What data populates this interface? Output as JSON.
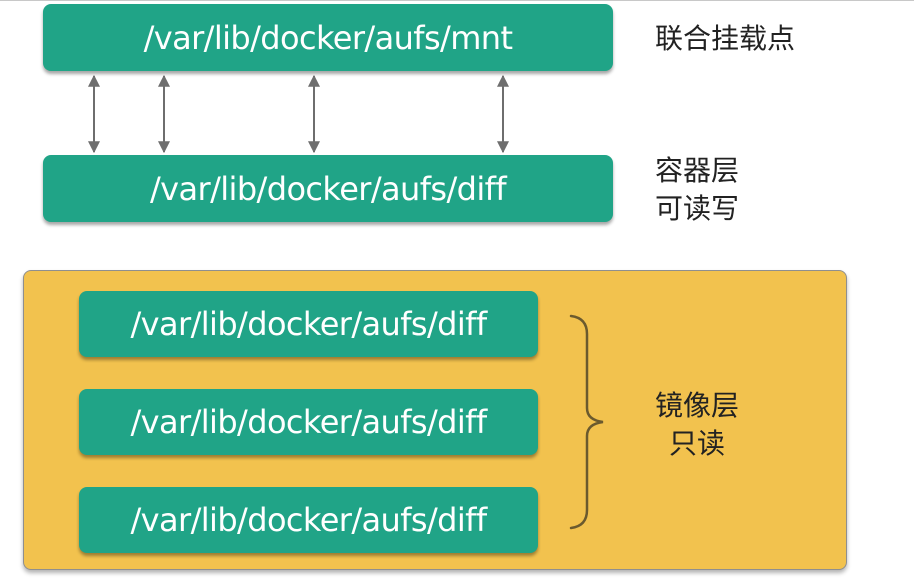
{
  "mount": {
    "path": "/var/lib/docker/aufs/mnt",
    "label": "联合挂载点"
  },
  "container_layer": {
    "path": "/var/lib/docker/aufs/diff",
    "label_line1": "容器层",
    "label_line2": "可读写"
  },
  "image_layers": {
    "paths": [
      "/var/lib/docker/aufs/diff",
      "/var/lib/docker/aufs/diff",
      "/var/lib/docker/aufs/diff"
    ],
    "label_line1": "镜像层",
    "label_line2": "只读"
  },
  "colors": {
    "box_green": "#20a487",
    "panel_yellow": "#f2c24e",
    "arrow_gray": "#6e6e6e"
  }
}
